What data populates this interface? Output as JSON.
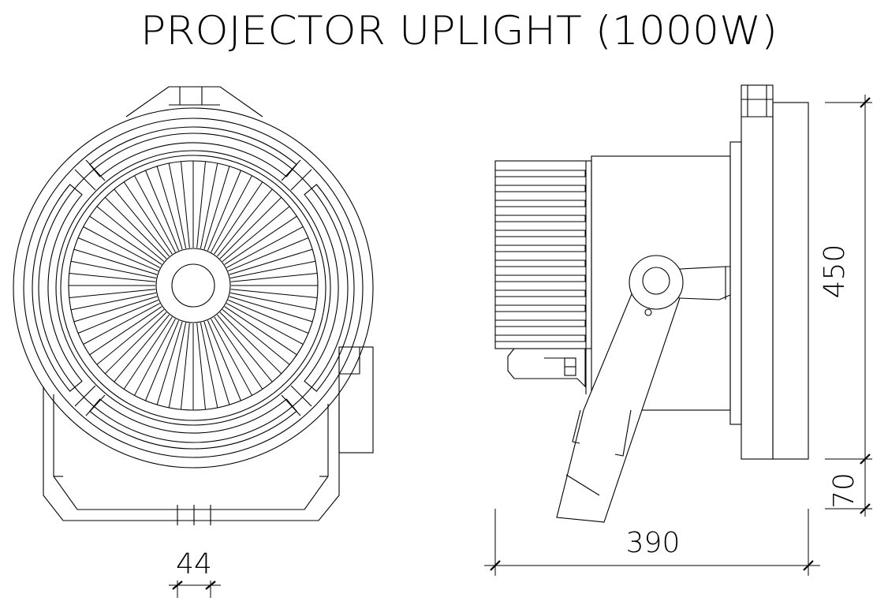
{
  "title": "PROJECTOR UPLIGHT (1000W)",
  "dimensions": {
    "front_width": "44",
    "side_depth": "390",
    "side_height": "450",
    "base_height": "70"
  },
  "colors": {
    "line": "#000000",
    "background": "#ffffff"
  }
}
